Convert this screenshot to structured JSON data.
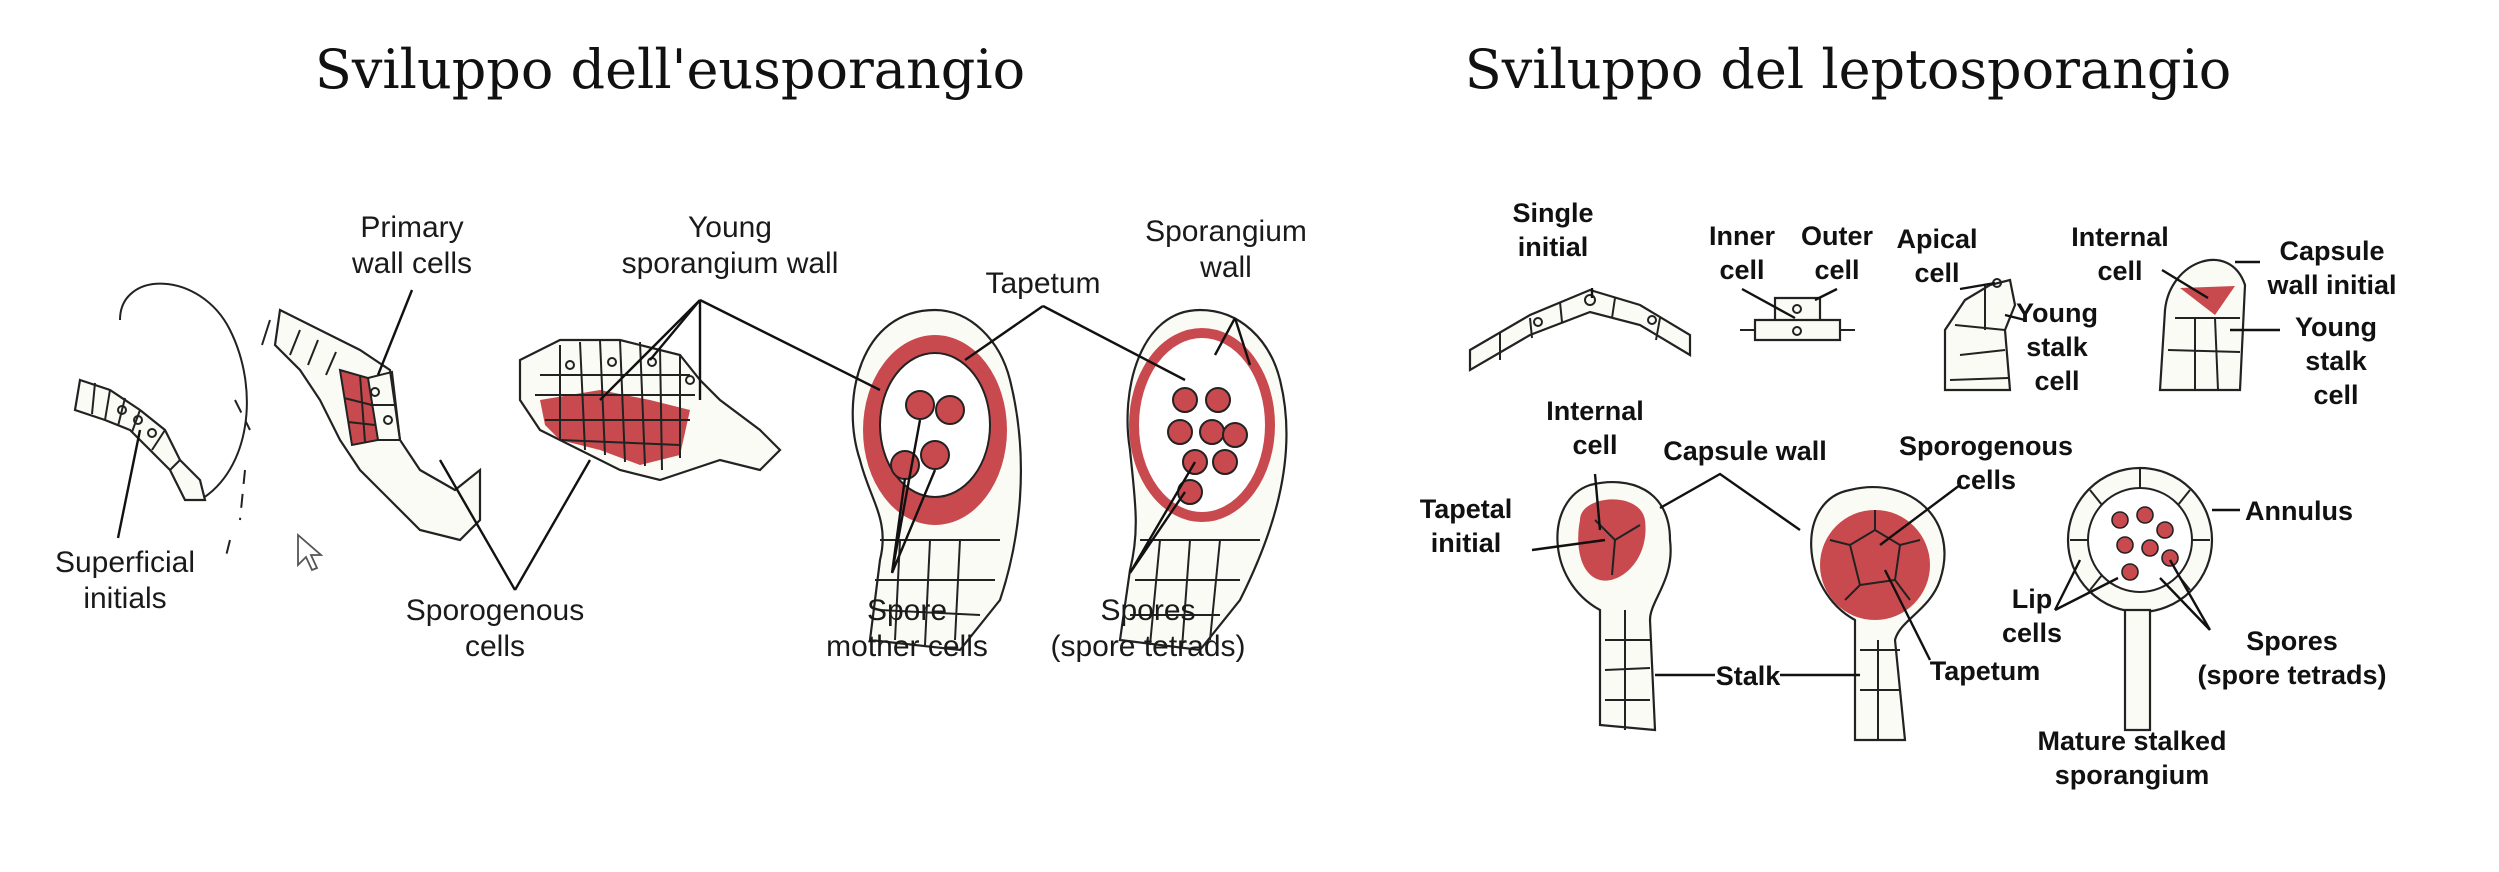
{
  "titles": {
    "left": "Sviluppo dell'eusporangio",
    "right": "Sviluppo del leptosporangio"
  },
  "eusporangium_labels": {
    "superficial_initials": [
      "Superficial",
      "initials"
    ],
    "primary_wall_cells": [
      "Primary",
      "wall cells"
    ],
    "young_sporangium_wall": [
      "Young",
      "sporangium wall"
    ],
    "sporogenous_cells": [
      "Sporogenous",
      "cells"
    ],
    "tapetum": [
      "Tapetum"
    ],
    "sporangium_wall": [
      "Sporangium",
      "wall"
    ],
    "spore_mother_cells": [
      "Spore",
      "mother cells"
    ],
    "spores": [
      "Spores",
      "(spore tetrads)"
    ]
  },
  "leptosporangium_labels": {
    "single_initial": [
      "Single",
      "initial"
    ],
    "inner_cell": [
      "Inner",
      "cell"
    ],
    "outer_cell": [
      "Outer",
      "cell"
    ],
    "apical_cell": [
      "Apical",
      "cell"
    ],
    "young_stalk_cell_a": [
      "Young",
      "stalk",
      "cell"
    ],
    "internal_cell_top": [
      "Internal",
      "cell"
    ],
    "capsule_wall_initial": [
      "Capsule",
      "wall initial"
    ],
    "young_stalk_cell_b": [
      "Young",
      "stalk",
      "cell"
    ],
    "internal_cell_bottom": [
      "Internal",
      "cell"
    ],
    "tapetal_initial": [
      "Tapetal",
      "initial"
    ],
    "capsule_wall": [
      "Capsule wall"
    ],
    "sporogenous_cells": [
      "Sporogenous",
      "cells"
    ],
    "annulus": [
      "Annulus"
    ],
    "tapetum": [
      "Tapetum"
    ],
    "stalk": [
      "Stalk"
    ],
    "lip_cells": [
      "Lip",
      "cells"
    ],
    "spores": [
      "Spores",
      "(spore tetrads)"
    ],
    "mature": [
      "Mature stalked",
      "sporangium"
    ]
  },
  "colors": {
    "tissue_red": "#c94a4e",
    "cell_fill": "#fbfbf6",
    "line": "#111111"
  }
}
